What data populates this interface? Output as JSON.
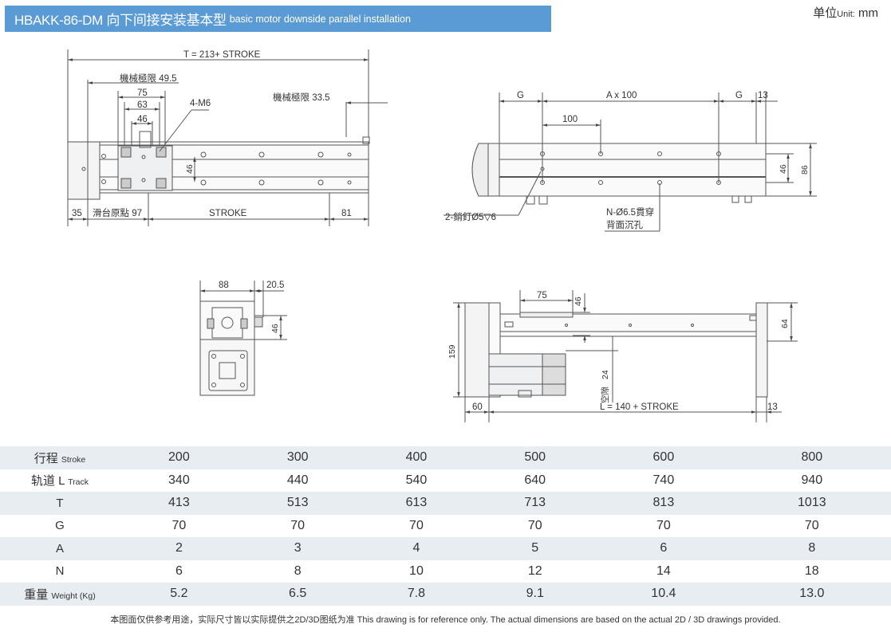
{
  "header": {
    "title_main": "HBAKK-86-DM 向下间接安装基本型",
    "title_sub": "basic motor downside parallel installation",
    "unit_label": "单位",
    "unit_en": "Unit:",
    "unit_value": "mm"
  },
  "drawing": {
    "top_view": {
      "T": "T = 213+ STROKE",
      "mech_limit_left": "機械極限 49.5",
      "mech_limit_right": "機械極限 33.5",
      "d75": "75",
      "d63": "63",
      "d46": "46",
      "holes": "4-M6",
      "d46_vertical": "46",
      "d35": "35",
      "origin": "滑台原點 97",
      "stroke": "STROKE",
      "d81": "81"
    },
    "side_view": {
      "G_left": "G",
      "A": "A x 100",
      "G_right": "G",
      "d13": "13",
      "d100": "100",
      "d46": "46",
      "d86": "86",
      "pin": "2-銷釘Ø5",
      "pin_depth": "6",
      "hole_line1": "N-Ø6.5貫穿",
      "hole_line2": "背面沉孔"
    },
    "end_view": {
      "d88": "88",
      "d20_5": "20.5",
      "d46": "46"
    },
    "front_view": {
      "d75": "75",
      "d46": "46",
      "d64": "64",
      "d159": "159",
      "d24": "24",
      "gap": "空隙",
      "d60": "60",
      "L": "L = 140 + STROKE",
      "d13": "13"
    }
  },
  "spec_table": {
    "rows": [
      {
        "label": "行程",
        "label_en": "Stroke",
        "values": [
          "200",
          "300",
          "400",
          "500",
          "600",
          "800"
        ]
      },
      {
        "label": "轨道 L",
        "label_en": "Track",
        "values": [
          "340",
          "440",
          "540",
          "640",
          "740",
          "940"
        ]
      },
      {
        "label": "T",
        "label_en": "",
        "values": [
          "413",
          "513",
          "613",
          "713",
          "813",
          "1013"
        ]
      },
      {
        "label": "G",
        "label_en": "",
        "values": [
          "70",
          "70",
          "70",
          "70",
          "70",
          "70"
        ]
      },
      {
        "label": "A",
        "label_en": "",
        "values": [
          "2",
          "3",
          "4",
          "5",
          "6",
          "8"
        ]
      },
      {
        "label": "N",
        "label_en": "",
        "values": [
          "6",
          "8",
          "10",
          "12",
          "14",
          "18"
        ]
      },
      {
        "label": "重量",
        "label_en": "Weight (Kg)",
        "values": [
          "5.2",
          "6.5",
          "7.8",
          "9.1",
          "10.4",
          "13.0"
        ]
      }
    ]
  },
  "footnote": "本图面仅供参考用途，实际尺寸皆以实际提供之2D/3D图纸为准 This drawing is for reference only. The actual dimensions are based on the actual 2D / 3D drawings provided.",
  "colors": {
    "title_bg": "#5b9bd5",
    "row_alt": "#e8edf2",
    "line": "#555555"
  }
}
